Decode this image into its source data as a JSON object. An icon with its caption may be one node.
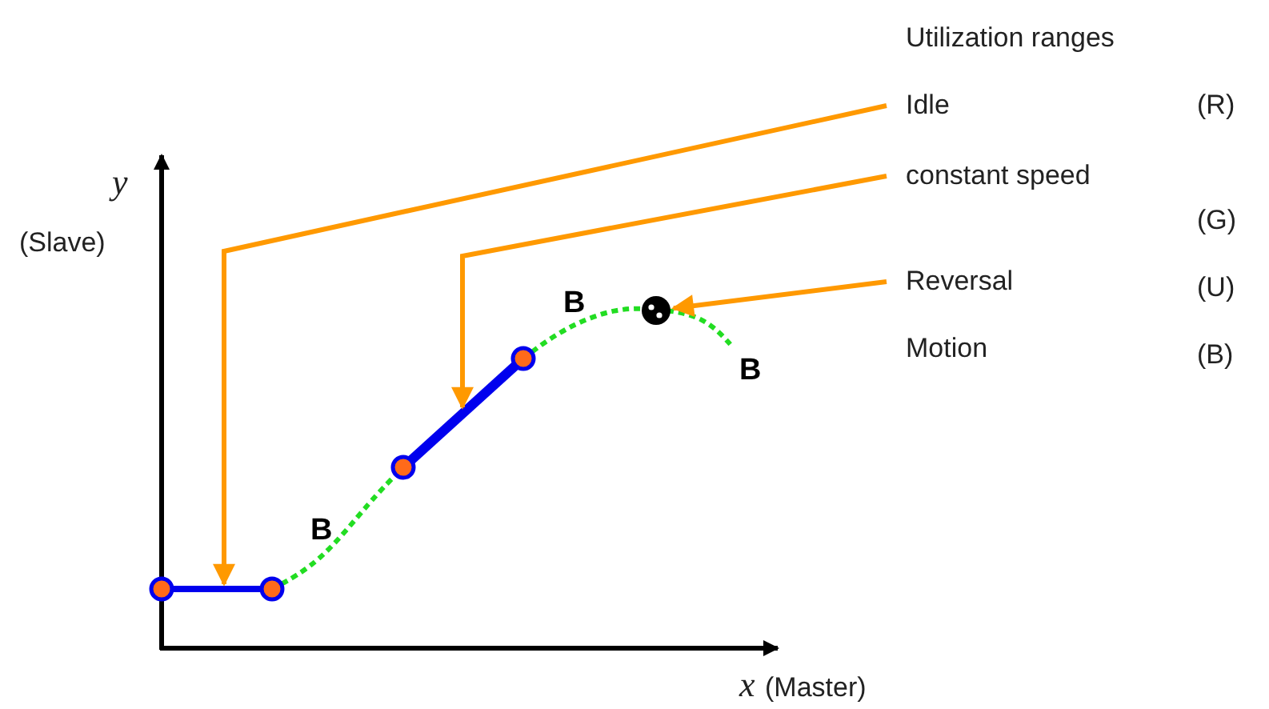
{
  "diagram": {
    "nodes": [
      {
        "text": [
          "Idle"
        ]
      },
      {
        "text": [
          "constant speed"
        ]
      },
      {
        "text": [
          "Reversal"
        ]
      },
      {
        "text": [],
        "shape": "line"
      },
      {
        "text": [],
        "shape": "line"
      },
      {
        "text": [],
        "shape": "circle"
      }
    ],
    "edges": [
      {
        "from": 0,
        "to": 3,
        "arrow": "to"
      },
      {
        "from": 1,
        "to": 4,
        "arrow": "to"
      },
      {
        "from": 2,
        "to": 5,
        "arrow": "to"
      }
    ],
    "labels": [
      "Utilization ranges",
      "(R)",
      "(G)",
      "y",
      "(Slave)",
      "(U)",
      "B",
      "Motion",
      "(B)",
      "B",
      "B",
      "x",
      "(Master)"
    ]
  }
}
